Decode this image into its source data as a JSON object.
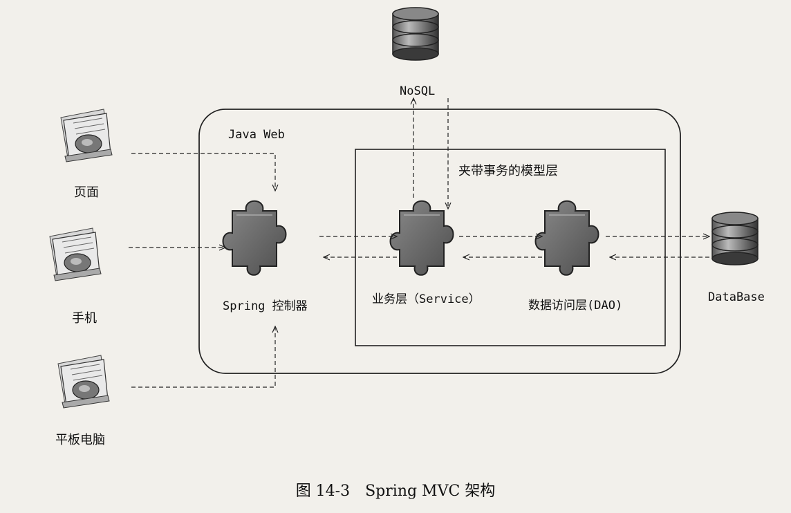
{
  "diagram": {
    "clients": [
      {
        "label": "页面"
      },
      {
        "label": "手机"
      },
      {
        "label": "平板电脑"
      }
    ],
    "java_web_label": "Java Web",
    "nosql_label": "NoSQL",
    "model_layer_label": "夹带事务的模型层",
    "controller_label": "Spring 控制器",
    "service_label": "业务层（Service）",
    "dao_label": "数据访问层(DAO)",
    "database_label": "DataBase",
    "caption": "图 14-3　Spring MVC 架构"
  },
  "colors": {
    "puzzle": "#6b6b6b",
    "line": "#222222",
    "background": "#f2f0eb"
  }
}
